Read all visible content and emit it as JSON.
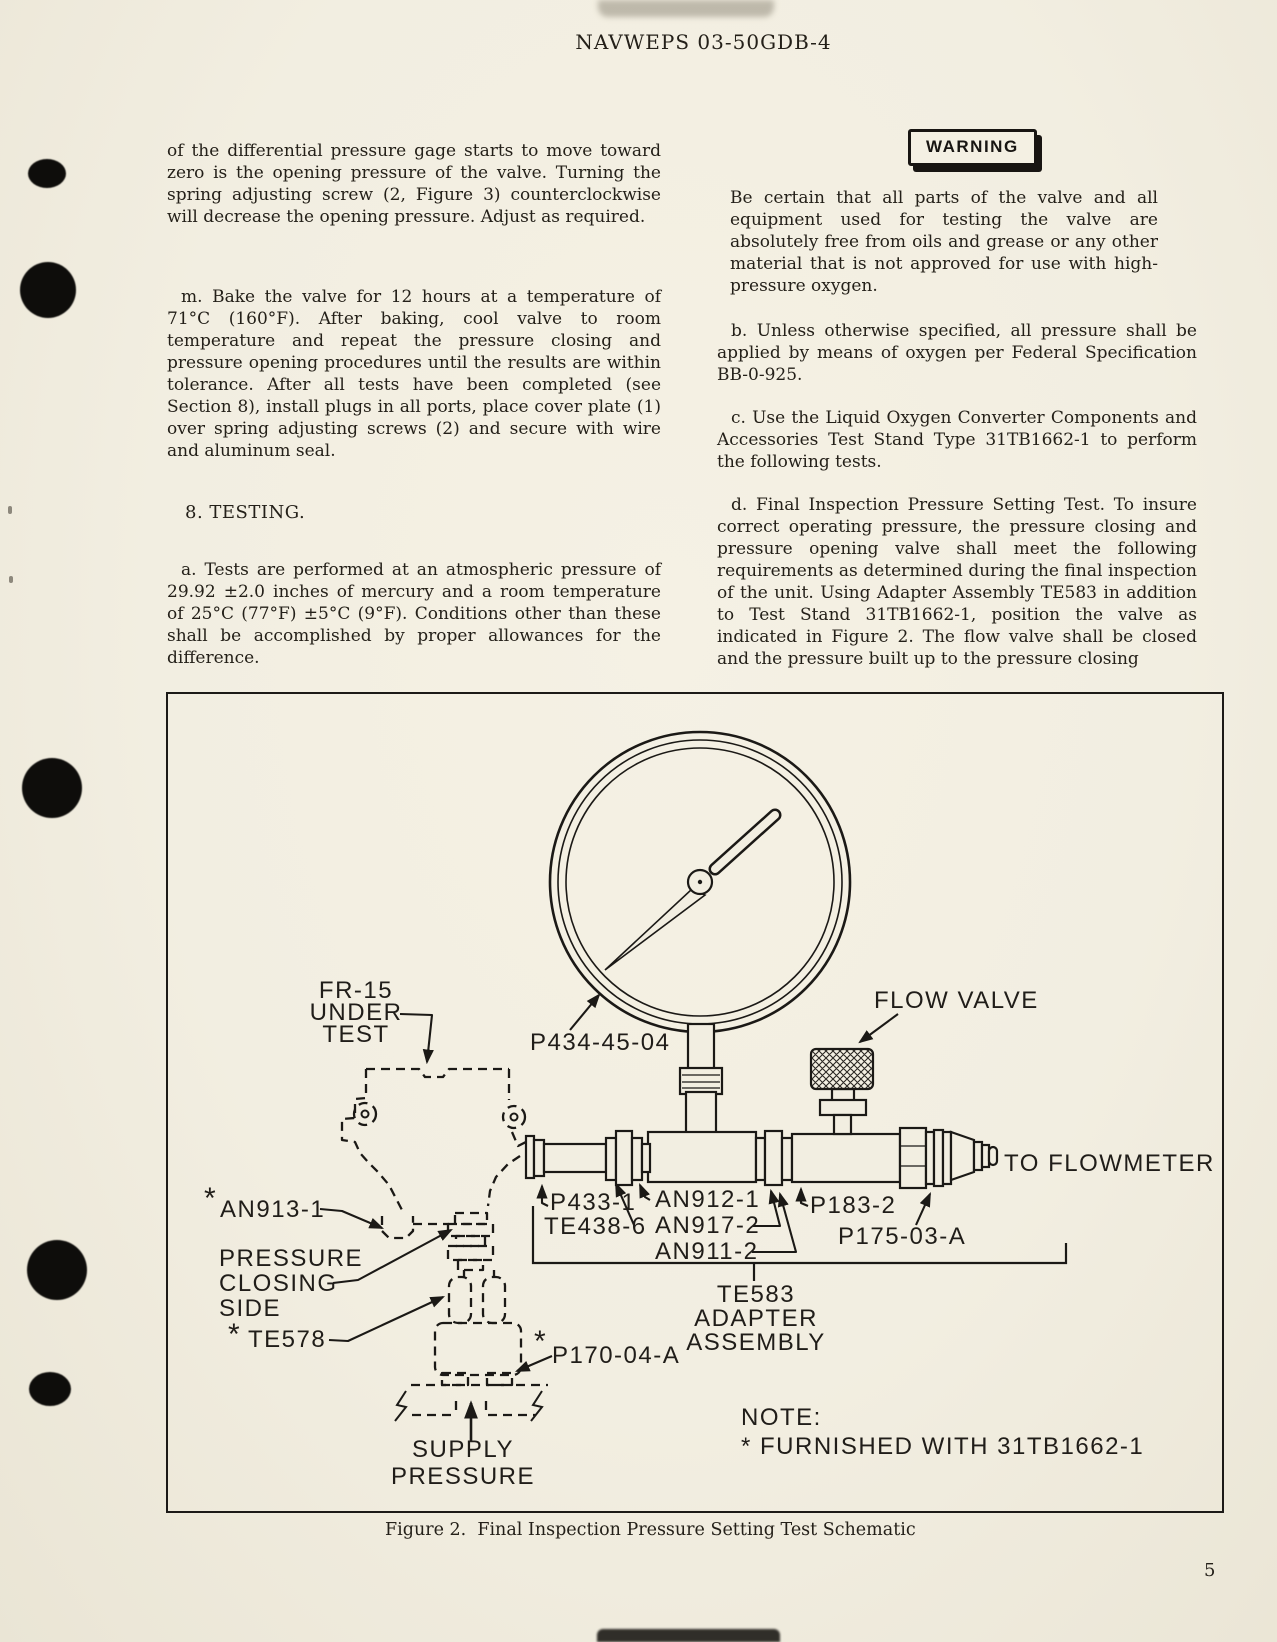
{
  "colors": {
    "paper": "#f2eee1",
    "ink": "#211e19"
  },
  "page": {
    "header": "NAVWEPS 03-50GDB-4",
    "page_number": "5"
  },
  "left_column": {
    "para_intro": "of the differential pressure gage starts to move toward zero is the opening pressure of the valve. Turning the spring adjusting screw (2, Figure 3) counterclockwise will decrease the opening pressure. Adjust as required.",
    "para_m": "m. Bake the valve for 12 hours at a temperature of 71°C (160°F).  After baking, cool valve to room temperature and repeat the pressure closing and pressure opening procedures until the results are within tolerance.  After all tests have been completed (see Section 8), install plugs in all ports, place cover plate (1) over spring adjusting screws (2) and secure with wire and aluminum seal.",
    "heading_testing": "8.  TESTING.",
    "para_a": "a. Tests are performed at an atmospheric pressure of 29.92 ±2.0 inches of mercury and a room temperature of 25°C (77°F) ±5°C (9°F).  Conditions other than these shall be accomplished by proper allowances for the difference."
  },
  "right_column": {
    "warning_label": "WARNING",
    "warning_text": "Be certain that all parts of the valve and all equipment used for testing the valve are absolutely free from oils and grease or any other material that is not approved for use with high-pressure oxygen.",
    "para_b": "b. Unless otherwise specified, all pressure shall be applied by means of oxygen per Federal Specification BB-0-925.",
    "para_c": "c. Use the Liquid Oxygen Converter Components and Accessories Test Stand Type 31TB1662-1 to perform the following tests.",
    "para_d": "d. Final Inspection Pressure Setting Test. To insure correct operating pressure, the pressure closing and pressure opening valve shall meet the following requirements as determined during the final inspection of the unit.  Using Adapter Assembly TE583 in addition to Test Stand 31TB1662-1, position the valve as indicated in Figure 2.  The flow valve shall be closed and the pressure built up to the pressure closing"
  },
  "figure": {
    "caption": "Figure 2.  Final Inspection Pressure Setting Test Schematic",
    "note_title": "NOTE:",
    "note_body": "* FURNISHED WITH 31TB1662-1",
    "asterisk": "*",
    "labels": {
      "under_test": [
        "FR-15",
        "UNDER",
        "TEST"
      ],
      "gauge": "P434-45-04",
      "flow_valve": "FLOW VALVE",
      "to_flowmeter": "TO FLOWMETER",
      "an913": "AN913-1",
      "pressure_closing_side": [
        "PRESSURE",
        "CLOSING",
        "SIDE"
      ],
      "te578": "TE578",
      "p170": "P170-04-A",
      "supply_pressure": [
        "SUPPLY",
        "PRESSURE"
      ],
      "p433": "P433-1",
      "te438": "TE438-6",
      "an912": "AN912-1",
      "an917": "AN917-2",
      "an911": "AN911-2",
      "p183": "P183-2",
      "p175": "P175-03-A",
      "te583_adapter": [
        "TE583",
        "ADAPTER",
        "ASSEMBLY"
      ]
    }
  }
}
